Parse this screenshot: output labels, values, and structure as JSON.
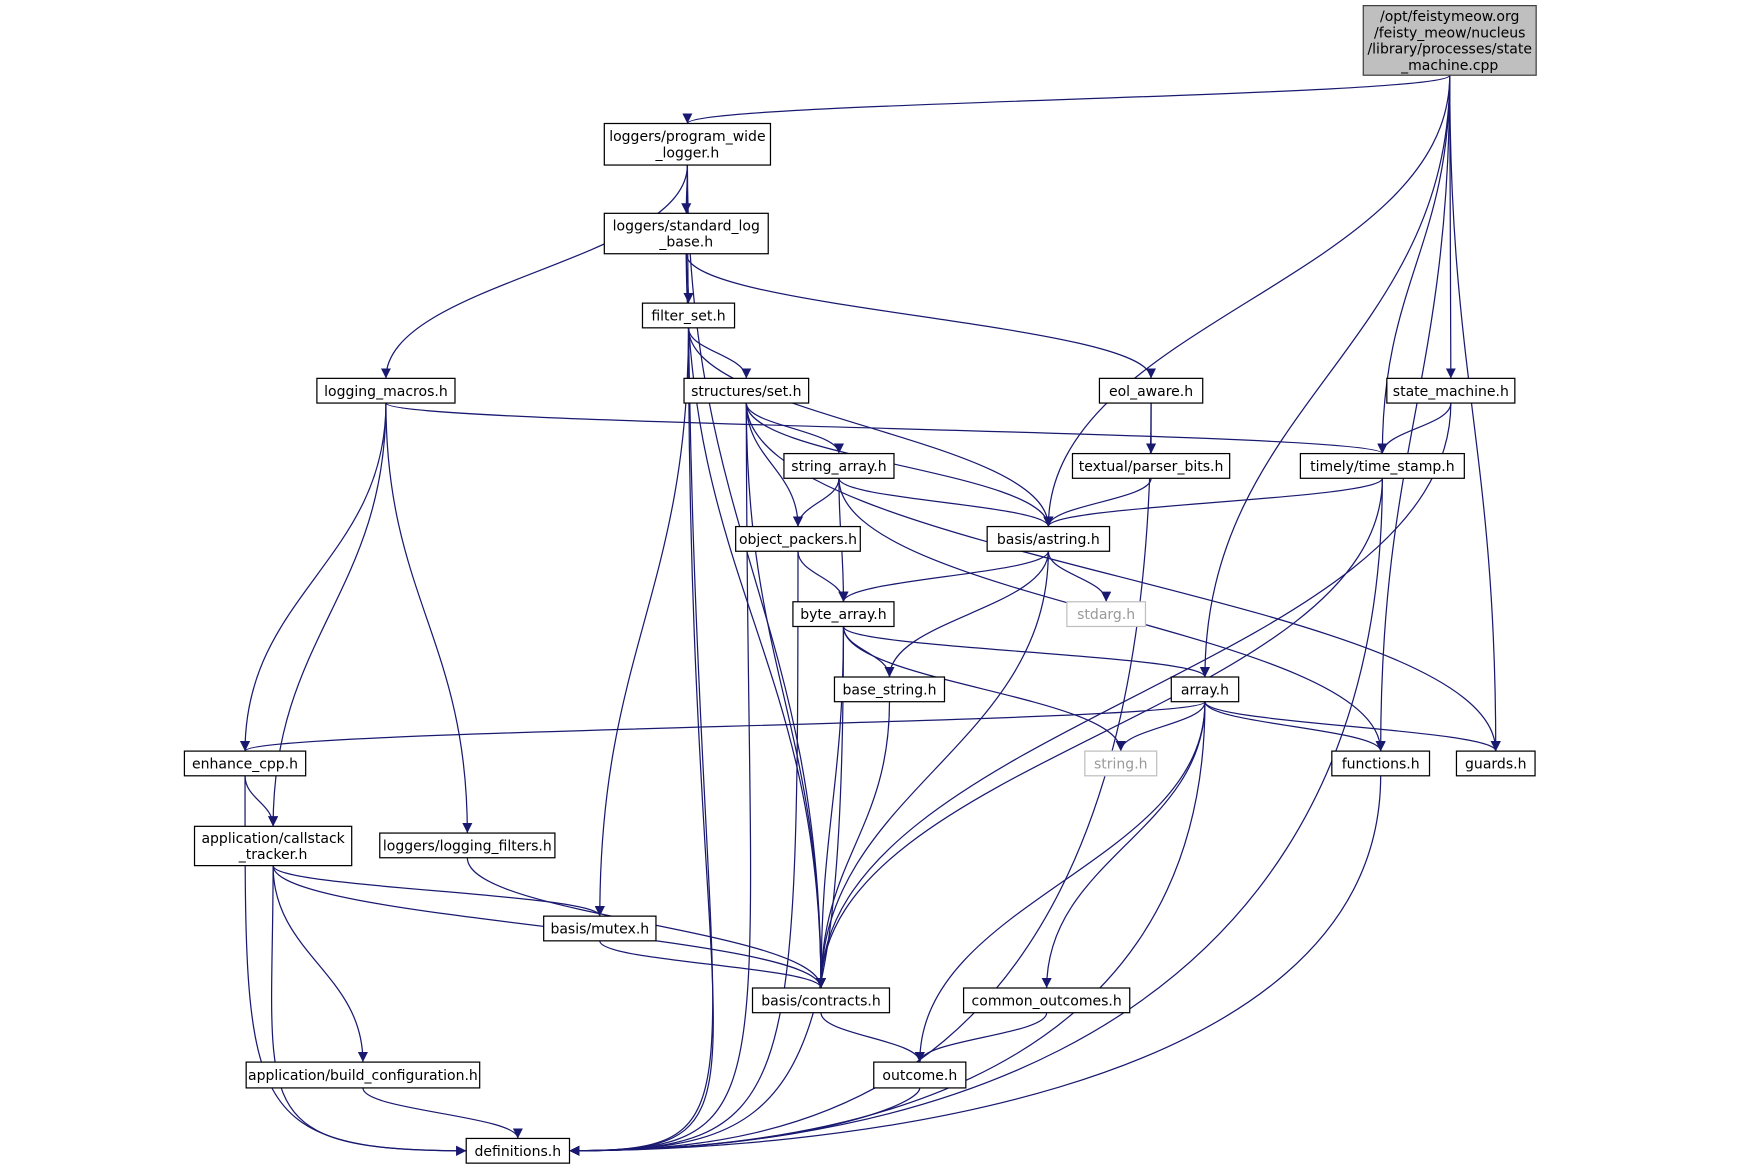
{
  "edge_color": "#191970",
  "root_fill": "#bfbfbf",
  "nodes": [
    {
      "id": "root",
      "label": [
        "/opt/feistymeow.org",
        "/feisty_meow/nucleus",
        "/library/processes/state",
        "_machine.cpp"
      ],
      "kind": "root"
    },
    {
      "id": "pwl",
      "label": [
        "loggers/program_wide",
        "_logger.h"
      ]
    },
    {
      "id": "slb",
      "label": [
        "loggers/standard_log",
        "_base.h"
      ]
    },
    {
      "id": "filter_set",
      "label": [
        "filter_set.h"
      ]
    },
    {
      "id": "logging_macros",
      "label": [
        "logging_macros.h"
      ]
    },
    {
      "id": "set",
      "label": [
        "structures/set.h"
      ]
    },
    {
      "id": "eol_aware",
      "label": [
        "eol_aware.h"
      ]
    },
    {
      "id": "state_machine_h",
      "label": [
        "state_machine.h"
      ]
    },
    {
      "id": "string_array",
      "label": [
        "string_array.h"
      ]
    },
    {
      "id": "parser_bits",
      "label": [
        "textual/parser_bits.h"
      ]
    },
    {
      "id": "time_stamp",
      "label": [
        "timely/time_stamp.h"
      ]
    },
    {
      "id": "object_packers",
      "label": [
        "object_packers.h"
      ]
    },
    {
      "id": "astring",
      "label": [
        "basis/astring.h"
      ]
    },
    {
      "id": "stdarg",
      "label": [
        "stdarg.h"
      ],
      "kind": "ext"
    },
    {
      "id": "byte_array",
      "label": [
        "byte_array.h"
      ]
    },
    {
      "id": "base_string",
      "label": [
        "base_string.h"
      ]
    },
    {
      "id": "array",
      "label": [
        "array.h"
      ]
    },
    {
      "id": "enhance_cpp",
      "label": [
        "enhance_cpp.h"
      ]
    },
    {
      "id": "string_h",
      "label": [
        "string.h"
      ],
      "kind": "ext"
    },
    {
      "id": "functions",
      "label": [
        "functions.h"
      ]
    },
    {
      "id": "guards",
      "label": [
        "guards.h"
      ]
    },
    {
      "id": "callstack",
      "label": [
        "application/callstack",
        "_tracker.h"
      ]
    },
    {
      "id": "logging_filters",
      "label": [
        "loggers/logging_filters.h"
      ]
    },
    {
      "id": "mutex",
      "label": [
        "basis/mutex.h"
      ]
    },
    {
      "id": "contracts",
      "label": [
        "basis/contracts.h"
      ]
    },
    {
      "id": "common_outcomes",
      "label": [
        "common_outcomes.h"
      ]
    },
    {
      "id": "build_config",
      "label": [
        "application/build_configuration.h"
      ]
    },
    {
      "id": "outcome",
      "label": [
        "outcome.h"
      ]
    },
    {
      "id": "definitions",
      "label": [
        "definitions.h"
      ]
    }
  ],
  "edges": [
    [
      "root",
      "pwl"
    ],
    [
      "root",
      "astring"
    ],
    [
      "root",
      "time_stamp"
    ],
    [
      "root",
      "state_machine_h"
    ],
    [
      "root",
      "array"
    ],
    [
      "root",
      "guards"
    ],
    [
      "root",
      "functions"
    ],
    [
      "pwl",
      "logging_macros"
    ],
    [
      "pwl",
      "contracts"
    ],
    [
      "pwl",
      "slb"
    ],
    [
      "pwl",
      "definitions"
    ],
    [
      "slb",
      "filter_set"
    ],
    [
      "slb",
      "contracts"
    ],
    [
      "slb",
      "eol_aware"
    ],
    [
      "filter_set",
      "definitions"
    ],
    [
      "filter_set",
      "set"
    ],
    [
      "filter_set",
      "astring"
    ],
    [
      "filter_set",
      "mutex"
    ],
    [
      "logging_macros",
      "enhance_cpp"
    ],
    [
      "logging_macros",
      "callstack"
    ],
    [
      "logging_macros",
      "logging_filters"
    ],
    [
      "logging_macros",
      "time_stamp"
    ],
    [
      "set",
      "string_array"
    ],
    [
      "set",
      "object_packers"
    ],
    [
      "set",
      "astring"
    ],
    [
      "set",
      "contracts"
    ],
    [
      "set",
      "definitions"
    ],
    [
      "set",
      "guards"
    ],
    [
      "eol_aware",
      "parser_bits"
    ],
    [
      "eol_aware",
      "definitions"
    ],
    [
      "state_machine_h",
      "time_stamp"
    ],
    [
      "state_machine_h",
      "contracts"
    ],
    [
      "string_array",
      "object_packers"
    ],
    [
      "string_array",
      "astring"
    ],
    [
      "string_array",
      "byte_array"
    ],
    [
      "string_array",
      "functions"
    ],
    [
      "parser_bits",
      "astring"
    ],
    [
      "time_stamp",
      "astring"
    ],
    [
      "time_stamp",
      "contracts"
    ],
    [
      "time_stamp",
      "definitions"
    ],
    [
      "object_packers",
      "byte_array"
    ],
    [
      "object_packers",
      "definitions"
    ],
    [
      "astring",
      "byte_array"
    ],
    [
      "astring",
      "stdarg"
    ],
    [
      "astring",
      "base_string"
    ],
    [
      "astring",
      "contracts"
    ],
    [
      "byte_array",
      "base_string"
    ],
    [
      "byte_array",
      "contracts"
    ],
    [
      "byte_array",
      "array"
    ],
    [
      "byte_array",
      "string_h"
    ],
    [
      "byte_array",
      "definitions"
    ],
    [
      "base_string",
      "contracts"
    ],
    [
      "array",
      "enhance_cpp"
    ],
    [
      "array",
      "string_h"
    ],
    [
      "array",
      "functions"
    ],
    [
      "array",
      "guards"
    ],
    [
      "array",
      "common_outcomes"
    ],
    [
      "array",
      "outcome"
    ],
    [
      "array",
      "definitions"
    ],
    [
      "enhance_cpp",
      "callstack"
    ],
    [
      "enhance_cpp",
      "definitions"
    ],
    [
      "callstack",
      "mutex"
    ],
    [
      "callstack",
      "contracts"
    ],
    [
      "callstack",
      "build_config"
    ],
    [
      "callstack",
      "definitions"
    ],
    [
      "logging_filters",
      "contracts"
    ],
    [
      "mutex",
      "contracts"
    ],
    [
      "contracts",
      "outcome"
    ],
    [
      "common_outcomes",
      "outcome"
    ],
    [
      "build_config",
      "definitions"
    ],
    [
      "outcome",
      "definitions"
    ],
    [
      "functions",
      "definitions"
    ]
  ]
}
